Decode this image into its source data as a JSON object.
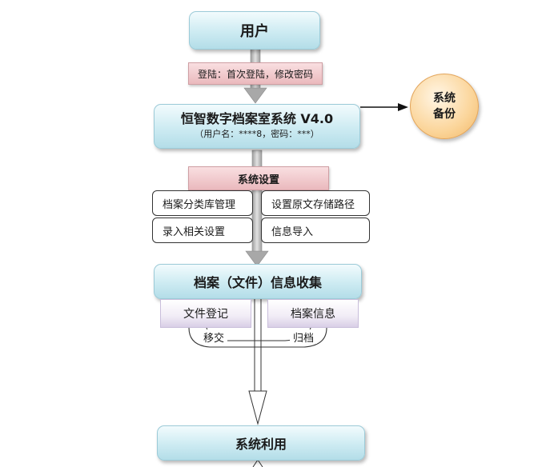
{
  "nodes": {
    "user": "用户",
    "login_note": "登陆：首次登陆，修改密码",
    "system_title": "恒智数字档案室系统 V4.0",
    "system_credentials": "（用户名：****8，密码：***）",
    "backup_line1": "系统",
    "backup_line2": "备份",
    "settings_header": "系统设置",
    "settings_items": [
      "档案分类库管理",
      "设置原文存储路径",
      "录入相关设置",
      "信息导入"
    ],
    "collect_title": "档案（文件）信息收集",
    "file_register": "文件登记",
    "archive_info": "档案信息",
    "transfer_label": "移交",
    "archive_label": "归档",
    "system_use": "系统利用"
  },
  "colors": {
    "teal_box": "#cdebf2",
    "pink_band": "#eab9bd",
    "backup_circle": "#fbd59a",
    "lavender_box": "#e6def0",
    "arrow_gray": "#a8a8a8"
  }
}
